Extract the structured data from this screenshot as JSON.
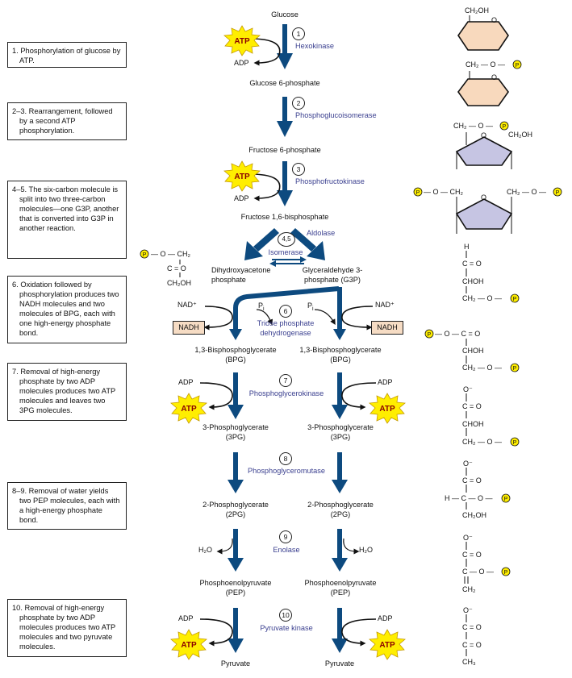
{
  "notes": [
    "1. Phosphorylation of glucose by ATP.",
    "2–3. Rearrangement, followed by a second ATP phosphorylation.",
    "4–5. The six-carbon molecule is split into two three-carbon molecules—one G3P, another that is converted into G3P in another reaction.",
    "6. Oxidation followed by phosphorylation produces two NADH molecules and two molecules of BPG, each with one high-energy phosphate bond.",
    "7. Removal of high-energy phosphate by two ADP molecules produces two ATP molecules and leaves two 3PG molecules.",
    "8–9. Removal of water yields two PEP molecules, each with a high-energy phosphate bond.",
    "10. Removal of high-energy phosphate by two ADP molecules produces two ATP molecules and two pyruvate molecules."
  ],
  "molecules": {
    "glucose": "Glucose",
    "g6p": "Glucose 6-phosphate",
    "f6p": "Fructose 6-phosphate",
    "f16bp": "Fructose 1,6-bisphosphate",
    "dhap": "Dihydroxyacetone\nphosphate",
    "g3p": "Glyceraldehyde 3-\nphosphate (G3P)",
    "bpg": "1,3-Bisphosphoglycerate\n(BPG)",
    "pg3": "3-Phosphoglycerate\n(3PG)",
    "pg2": "2-Phosphoglycerate\n(2PG)",
    "pep": "Phosphoenolpyruvate\n(PEP)",
    "pyruvate": "Pyruvate"
  },
  "enzymes": {
    "e1": "Hexokinase",
    "e2": "Phosphoglucoisomerase",
    "e3": "Phosphofructokinase",
    "e4": "Aldolase",
    "e5": "Isomerase",
    "e6": "Triose phosphate\ndehydrogenase",
    "e7": "Phosphoglycerokinase",
    "e8": "Phosphoglyceromutase",
    "e9": "Enolase",
    "e10": "Pyruvate kinase"
  },
  "steps": {
    "s1": "1",
    "s2": "2",
    "s3": "3",
    "s45": "4,5",
    "s6": "6",
    "s7": "7",
    "s8": "8",
    "s9": "9",
    "s10": "10"
  },
  "cofactors": {
    "atp": "ATP",
    "adp": "ADP",
    "nad": "NAD⁺",
    "nadh": "NADH",
    "pi": "P",
    "pi_sub": "i",
    "h2o": "H₂O",
    "p": "P"
  },
  "structures": {
    "ch2oh": "CH₂OH",
    "ch2op": "CH₂ — O —",
    "o": "O",
    "dhap_top": "— O — CH₂",
    "dhap_mid": "C = O",
    "dhap_bot": "CH₂OH",
    "g3p_lines": [
      "H",
      "C = O",
      "CHOH",
      "CH₂ — O —"
    ],
    "bpg_lines": [
      "— O — C = O",
      "CHOH",
      "CH₂ — O —"
    ],
    "pg3_lines": [
      "O⁻",
      "C = O",
      "CHOH",
      "CH₂ — O —"
    ],
    "pg2_lines": [
      "O⁻",
      "C = O",
      "H — C — O —",
      "CH₂OH"
    ],
    "pep_lines": [
      "O⁻",
      "C = O",
      "C — O —",
      "CH₂"
    ],
    "pyr_lines": [
      "O⁻",
      "C = O",
      "C = O",
      "CH₃"
    ],
    "f16_left": "— O — CH₂",
    "f16_right": "CH₂ — O —"
  },
  "colors": {
    "arrow": "#0d4a7f",
    "glucose_ring": "#f8d9bd",
    "fructose_ring": "#c6c5e3",
    "atp": "#ffee00",
    "nadh": "#f6dcc4",
    "enzyme": "#3a3f8f"
  }
}
